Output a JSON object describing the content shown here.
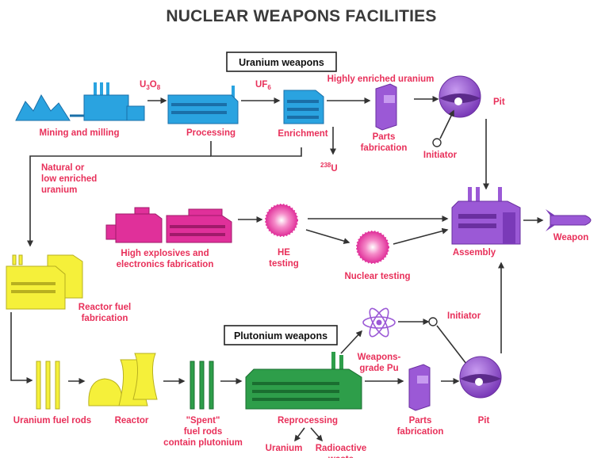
{
  "title": "NUCLEAR WEAPONS FACILITIES",
  "sections": {
    "uranium": "Uranium weapons",
    "plutonium": "Plutonium weapons"
  },
  "labels": {
    "mining": "Mining and  milling",
    "u3o8_main": "U",
    "u3o8_sub1": "3",
    "u3o8_mid": "O",
    "u3o8_sub2": "8",
    "processing": "Processing",
    "uf6_main": "UF",
    "uf6_sub": "6",
    "enrichment": "Enrichment",
    "u238_sup": "238",
    "u238_main": "U",
    "heu": "Highly enriched uranium",
    "parts1_l1": "Parts",
    "parts1_l2": "fabrication",
    "pit1": "Pit",
    "initiator1": "Initiator",
    "natural_l1": "Natural or",
    "natural_l2": "low enriched",
    "natural_l3": "uranium",
    "he_fab_l1": "High explosives and",
    "he_fab_l2": "electronics fabrication",
    "he_test_l1": "HE",
    "he_test_l2": "testing",
    "nuclear_testing": "Nuclear testing",
    "assembly": "Assembly",
    "weapon": "Weapon",
    "reactor_fuel_l1": "Reactor fuel",
    "reactor_fuel_l2": "fabrication",
    "initiator2": "Initiator",
    "wgpu_l1": "Weapons-",
    "wgpu_l2": "grade Pu",
    "uranium_fuel_rods": "Uranium fuel rods",
    "reactor": "Reactor",
    "spent_l1": "\"Spent\"",
    "spent_l2": "fuel rods",
    "spent_l3": "contain plutonium",
    "reprocessing": "Reprocessing",
    "uranium_out": "Uranium",
    "radioactive_l1": "Radioactive",
    "radioactive_l2": "waste",
    "parts2_l1": "Parts",
    "parts2_l2": "fabrication",
    "pit2": "Pit"
  },
  "colors": {
    "blue": "#2aa3e0",
    "magenta": "#e0309a",
    "yellow": "#f5f03a",
    "green": "#2e9e4a",
    "purple": "#9b59d6",
    "label": "#e8305a",
    "arrow": "#333333"
  }
}
